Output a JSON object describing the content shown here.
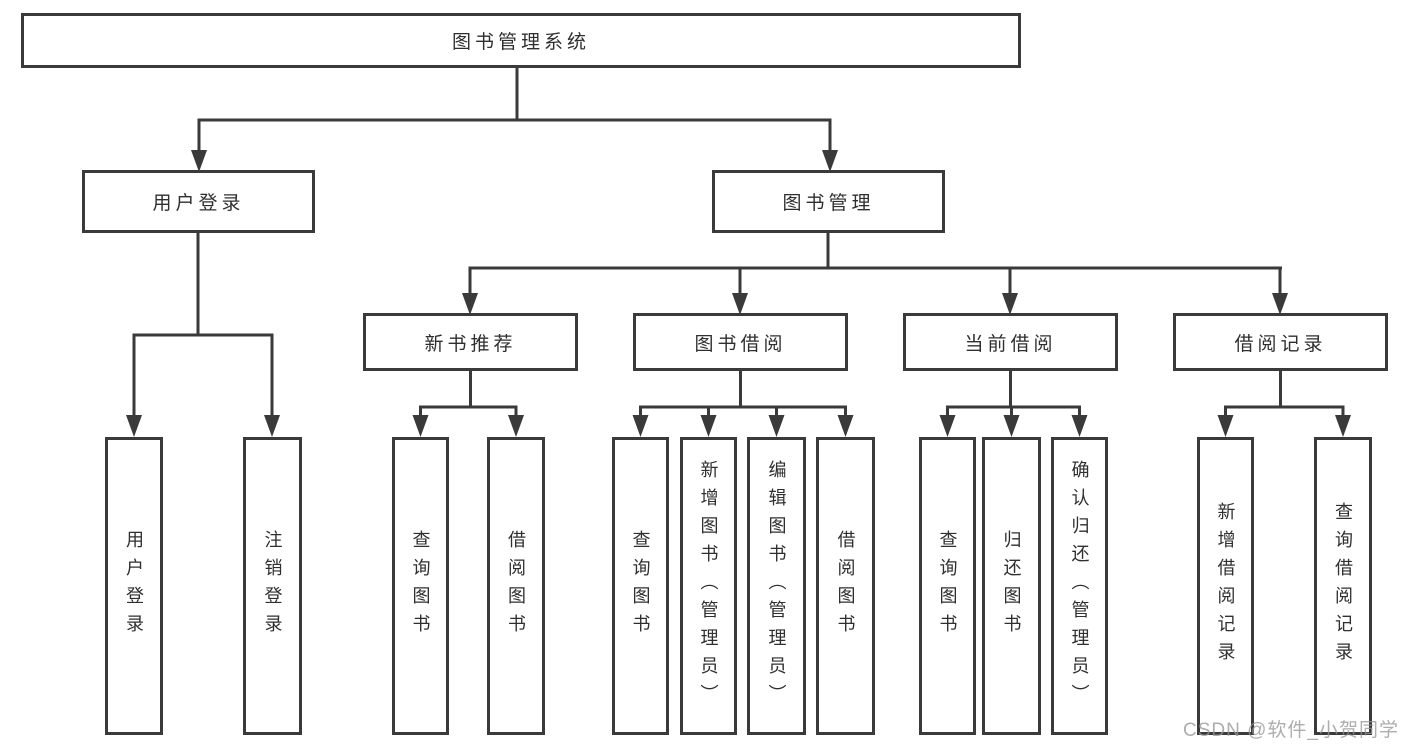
{
  "tree": {
    "label": "图书管理系统",
    "children": [
      {
        "label": "用户登录",
        "children": [
          {
            "label": "用户登录"
          },
          {
            "label": "注销登录"
          }
        ]
      },
      {
        "label": "图书管理",
        "children": [
          {
            "label": "新书推荐",
            "children": [
              {
                "label": "查询图书"
              },
              {
                "label": "借阅图书"
              }
            ]
          },
          {
            "label": "图书借阅",
            "children": [
              {
                "label": "查询图书"
              },
              {
                "label": "新增图书（管理员）"
              },
              {
                "label": "编辑图书（管理员）"
              },
              {
                "label": "借阅图书"
              }
            ]
          },
          {
            "label": "当前借阅",
            "children": [
              {
                "label": "查询图书"
              },
              {
                "label": "归还图书"
              },
              {
                "label": "确认归还（管理员）"
              }
            ]
          },
          {
            "label": "借阅记录",
            "children": [
              {
                "label": "新增借阅记录"
              },
              {
                "label": "查询借阅记录"
              }
            ]
          }
        ]
      }
    ]
  },
  "watermark": {
    "text": "CSDN @软件_小贺同学"
  },
  "colors": {
    "line": "#3a3a3a",
    "text": "#2f2f2f",
    "box_background": "#ffffff",
    "watermark": "#969696"
  }
}
